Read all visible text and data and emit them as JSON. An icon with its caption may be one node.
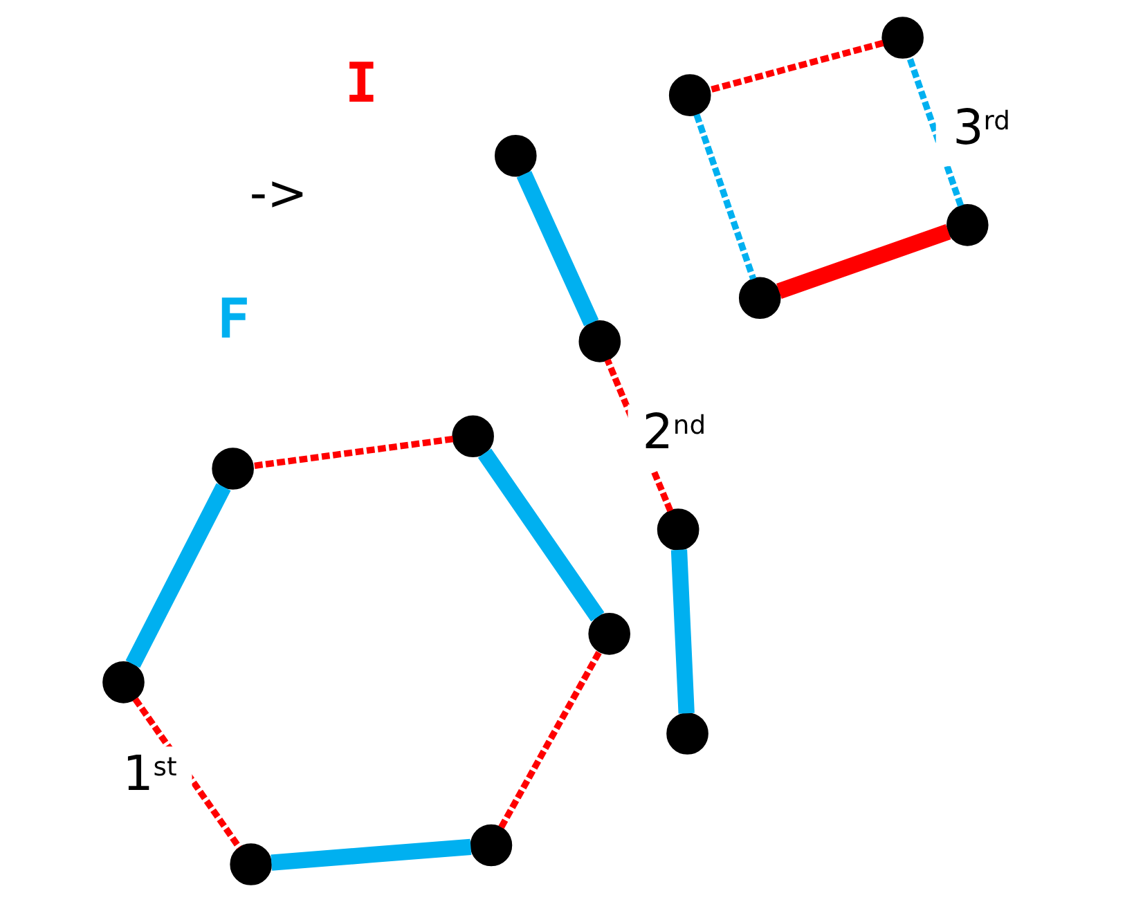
{
  "diagram": {
    "nodes": [
      {
        "text": [],
        "shape": "circle"
      },
      {
        "text": [],
        "shape": "circle"
      },
      {
        "text": [],
        "shape": "circle"
      },
      {
        "text": [],
        "shape": "circle"
      },
      {
        "text": [],
        "shape": "circle"
      },
      {
        "text": [],
        "shape": "circle"
      },
      {
        "text": [],
        "shape": "circle"
      },
      {
        "text": [],
        "shape": "circle"
      },
      {
        "text": [],
        "shape": "circle"
      },
      {
        "text": [],
        "shape": "circle"
      },
      {
        "text": [],
        "shape": "circle"
      },
      {
        "text": [],
        "shape": "circle"
      },
      {
        "text": [],
        "shape": "circle"
      },
      {
        "text": [],
        "shape": "circle"
      }
    ],
    "edges": [
      {
        "from": 0,
        "to": 1,
        "arrow": "none",
        "style": "dashed",
        "color": "#ff0000"
      },
      {
        "from": 1,
        "to": 2,
        "arrow": "none",
        "style": "thick",
        "color": "#00b0f0"
      },
      {
        "from": 2,
        "to": 3,
        "arrow": "none",
        "style": "dashed",
        "color": "#ff0000"
      },
      {
        "from": 3,
        "to": 4,
        "arrow": "none",
        "style": "thick",
        "color": "#00b0f0"
      },
      {
        "from": 4,
        "to": 5,
        "arrow": "none",
        "style": "dashed",
        "color": "#ff0000"
      },
      {
        "from": 5,
        "to": 0,
        "arrow": "none",
        "style": "thick",
        "color": "#00b0f0"
      },
      {
        "from": 6,
        "to": 7,
        "arrow": "none",
        "style": "thick",
        "color": "#ff0000"
      },
      {
        "from": 7,
        "to": 8,
        "arrow": "none",
        "style": "dashed",
        "color": "#00b0f0"
      },
      {
        "from": 8,
        "to": 9,
        "arrow": "none",
        "style": "dashed",
        "color": "#ff0000"
      },
      {
        "from": 9,
        "to": 6,
        "arrow": "none",
        "style": "dashed",
        "color": "#00b0f0"
      },
      {
        "from": 10,
        "to": 11,
        "arrow": "none",
        "style": "thick",
        "color": "#00b0f0"
      },
      {
        "from": 11,
        "to": 12,
        "arrow": "none",
        "style": "dashed",
        "color": "#ff0000"
      },
      {
        "from": 12,
        "to": 13,
        "arrow": "none",
        "style": "thick",
        "color": "#00b0f0"
      }
    ],
    "labels": [
      "1$^{st}$",
      "3$^{rd}$",
      "2$^{nd}$",
      "->"
    ],
    "legend": [
      {
        "text": "I",
        "color": "#ff0000"
      },
      {
        "text": "F",
        "color": "#00b0f0"
      }
    ]
  }
}
